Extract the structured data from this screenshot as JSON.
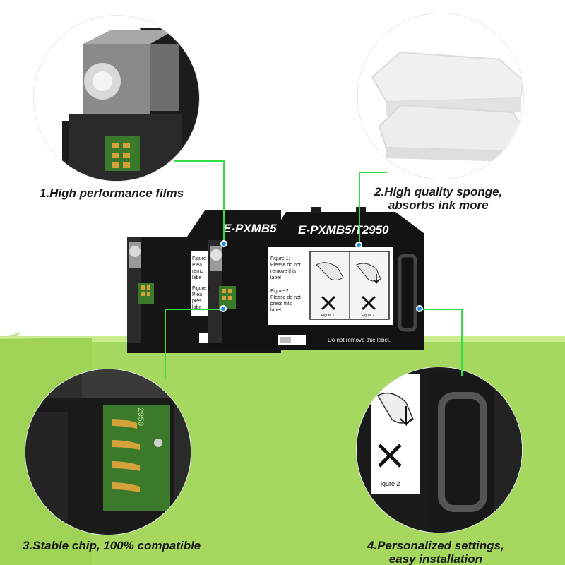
{
  "colors": {
    "background": "#ffffff",
    "green_block_front": "#a6d860",
    "green_block_top": "#c9ec8f",
    "leader_line": "#33dd44",
    "marker_dot": "#1e8ae6",
    "cartridge_body": "#141414",
    "pcb_green": "#3a7a2a",
    "contact_gold": "#d4a13a"
  },
  "features": [
    {
      "id": "films",
      "caption": "1.High performance films",
      "icon": "cartridge-corner-closeup"
    },
    {
      "id": "sponge",
      "caption": "2.High quality sponge,\nabsorbs ink more",
      "icon": "sponge-pads-closeup"
    },
    {
      "id": "chip",
      "caption": "3.Stable chip, 100% compatible",
      "icon": "chip-closeup"
    },
    {
      "id": "install",
      "caption": "4.Personalized settings,\neasy installation",
      "icon": "handle-closeup"
    }
  ],
  "product": {
    "back_cartridge_label": "E-PXMB5",
    "front_cartridge_label": "E-PXMB5/T2950",
    "figure1_text": "Figure 1:\nPlease do not\nremove this\nlabel",
    "figure2_text": "Figure 2:\nPlease do not\npress this\nlabel",
    "back_figure1_partial": "Figure 1:\nPlea\nremo\nlabe",
    "back_figure2_partial": "Figure 2:\nPlea\npres\nlabe",
    "warning_caption_1": "Figure 1",
    "warning_caption_2": "Figure 2",
    "footer_label": "Do not remove thie label.",
    "chip_code": "2950",
    "closeup_figure_caption": "igure 2"
  }
}
